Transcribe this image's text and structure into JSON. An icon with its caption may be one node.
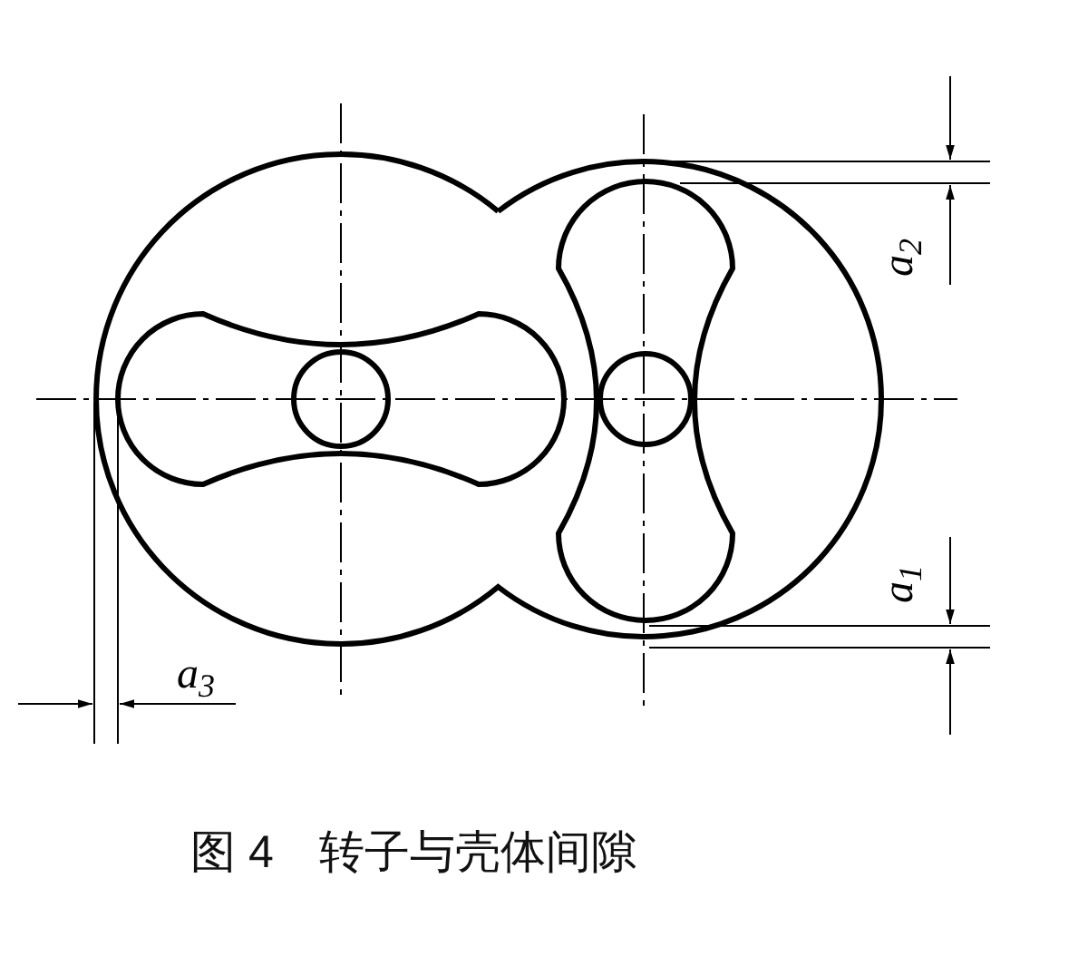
{
  "diagram": {
    "caption": "图 4　转子与壳体间隙",
    "labels": [
      "a$_{2}$",
      "a$_{1}$",
      "a$_{3}$"
    ]
  }
}
